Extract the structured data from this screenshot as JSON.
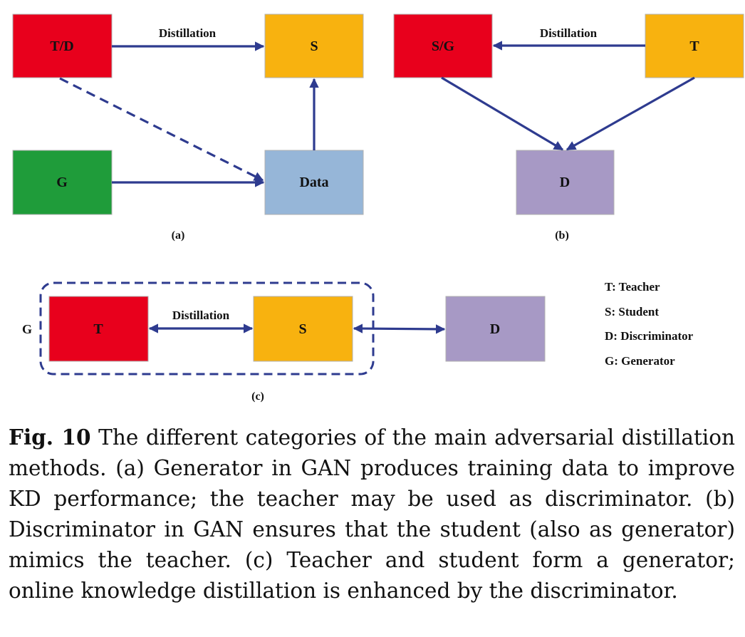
{
  "colors": {
    "red": "#e8001c",
    "orange": "#f8b20f",
    "green": "#1f9c3a",
    "blue": "#96b6d8",
    "purple": "#a799c5",
    "arrow": "#2e3b8f"
  },
  "panel_a": {
    "boxes": {
      "td": "T/D",
      "s": "S",
      "g": "G",
      "data": "Data"
    },
    "edge_label": "Distillation",
    "label": "(a)"
  },
  "panel_b": {
    "boxes": {
      "sg": "S/G",
      "t": "T",
      "d": "D"
    },
    "edge_label": "Distillation",
    "label": "(b)"
  },
  "panel_c": {
    "boxes": {
      "t": "T",
      "s": "S",
      "d": "D"
    },
    "edge_label": "Distillation",
    "group_label": "G",
    "label": "(c)"
  },
  "legend": [
    "T: Teacher",
    "S: Student",
    "D: Discriminator",
    "G: Generator"
  ],
  "caption": {
    "prefix": "Fig. 10",
    "text": " The different categories of the main adversarial distillation methods. (a) Generator in GAN produces training data to improve KD performance; the teacher may be used as discriminator. (b) Discriminator in GAN ensures that the student (also as generator) mimics the teacher. (c) Teacher and student form a generator; online knowledge distillation is enhanced by the discriminator."
  }
}
